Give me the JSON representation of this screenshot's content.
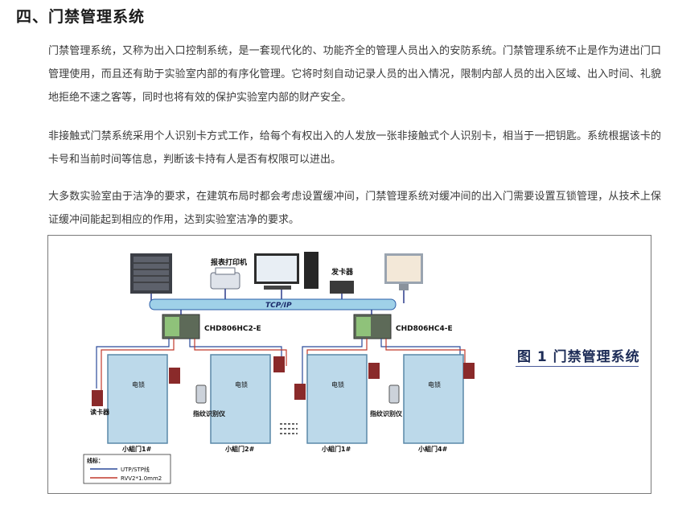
{
  "heading": "四、门禁管理系统",
  "paragraphs": [
    "门禁管理系统，又称为出入口控制系统，是一套现代化的、功能齐全的管理人员出入的安防系统。门禁管理系统不止是作为进出门口管理使用，而且还有助于实验室内部的有序化管理。它将时刻自动记录人员的出入情况，限制内部人员的出入区域、出入时间、礼貌地拒绝不速之客等，同时也将有效的保护实验室内部的财产安全。",
    "非接触式门禁系统采用个人识别卡方式工作，给每个有权出入的人发放一张非接触式个人识别卡，相当于一把钥匙。系统根据该卡的卡号和当前时间等信息，判断该卡持有人是否有权限可以进出。",
    "大多数实验室由于洁净的要求，在建筑布局时都会考虑设置缓冲间，门禁管理系统对缓冲间的出入门需要设置互锁管理，从技术上保证缓冲间能起到相应的作用，达到实验室洁净的要求。"
  ],
  "figure": {
    "caption": "图 1  门禁管理系统",
    "labels": {
      "printer": "报表打印机",
      "card_issuer": "发卡器",
      "network": "TCP/IP",
      "controller_1": "CHD806HC2-E",
      "controller_2": "CHD806HC4-E",
      "lock": "电锁",
      "card_reader": "读卡器",
      "fingerprint": "指纹识别仪",
      "door_1": "小組门1#",
      "door_2": "小組门2#",
      "door_3": "小組门1#",
      "door_4": "小組门4#",
      "legend_title": "线标：",
      "legend_line_1": "UTP/STP线",
      "legend_line_2": "RVV2*1.0mm2"
    }
  }
}
